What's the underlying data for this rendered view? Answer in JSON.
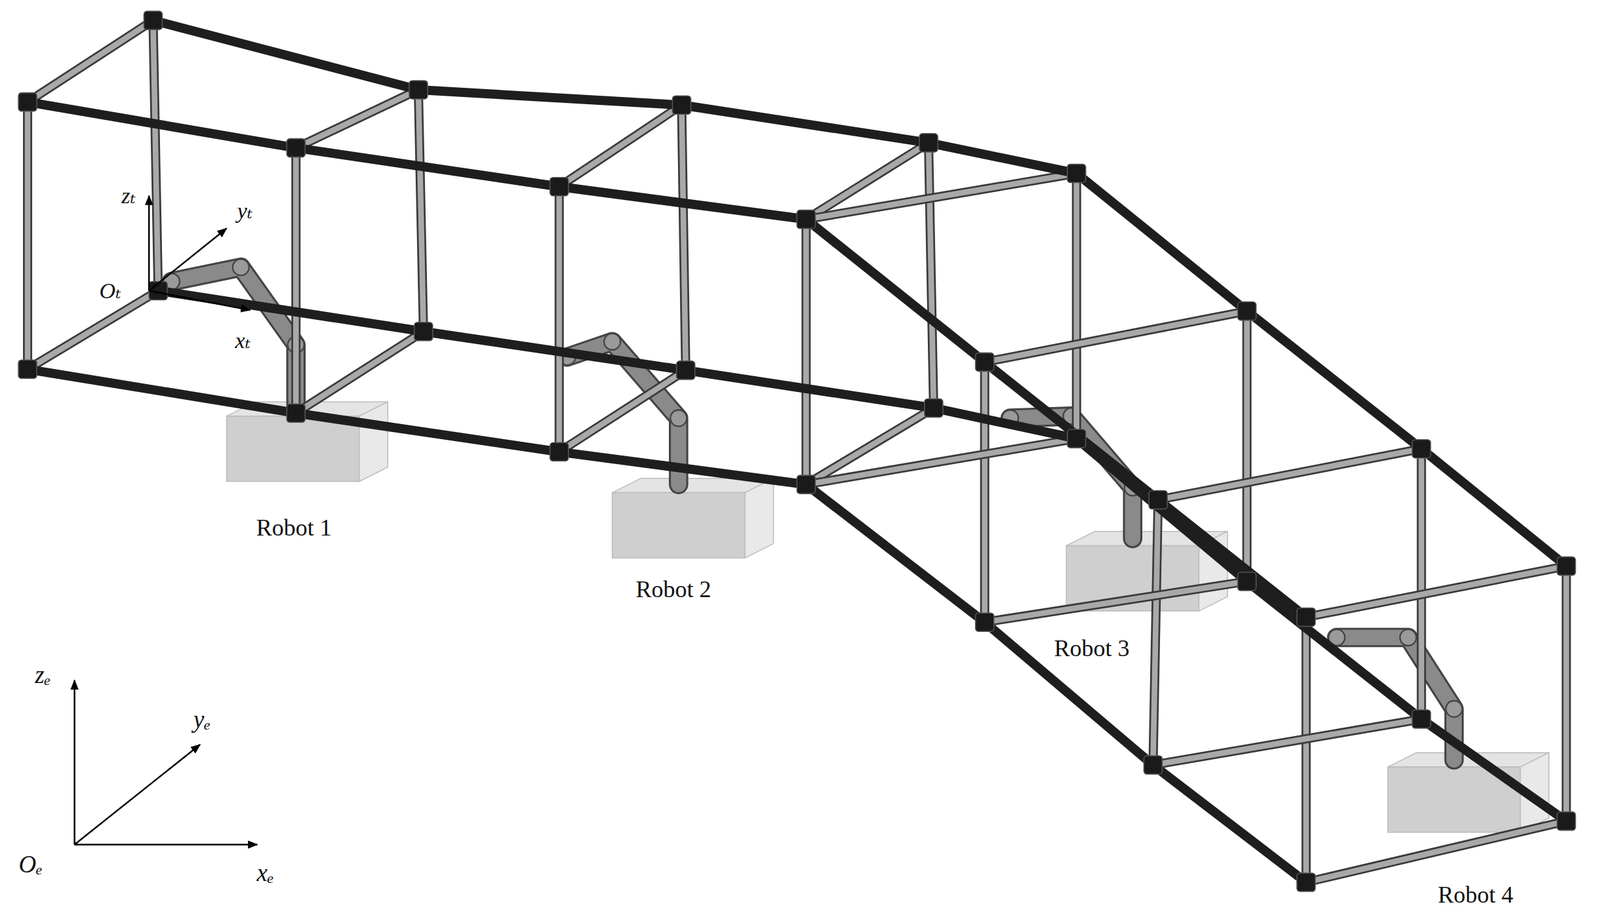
{
  "diagram": {
    "labels": [
      "zₜ",
      "yₜ",
      "Oₜ",
      "xₜ",
      "Robot 1",
      "Robot 2",
      "Robot 3",
      "Robot 4",
      "zₑ",
      "yₑ",
      "Oₑ",
      "xₑ"
    ]
  }
}
